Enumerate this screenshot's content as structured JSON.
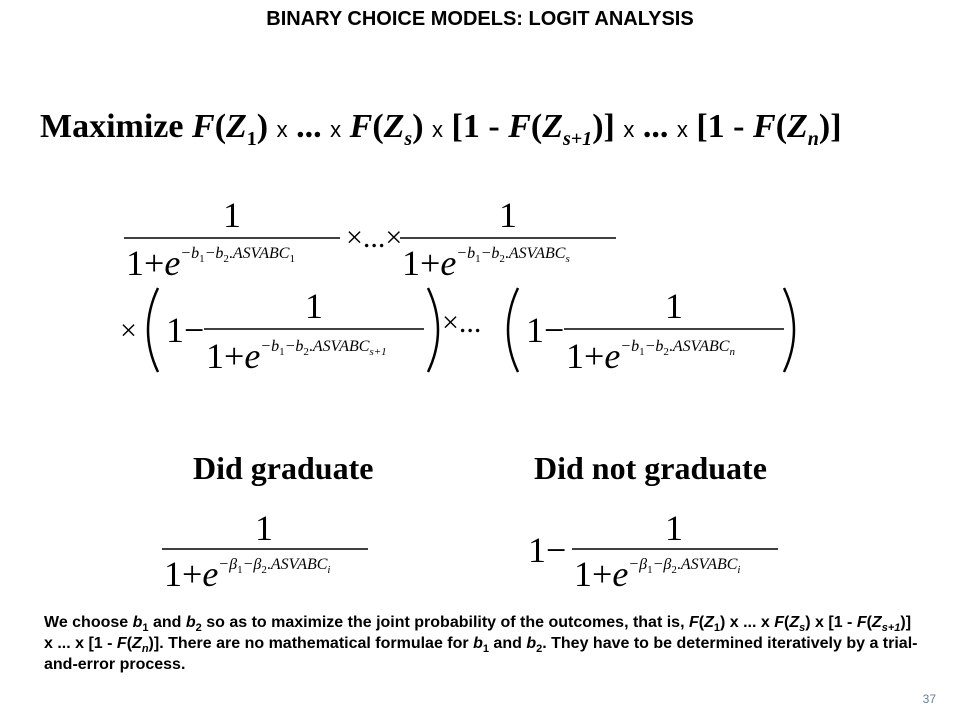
{
  "slide": {
    "title": "BINARY CHOICE MODELS: LOGIT ANALYSIS",
    "page_number": "37"
  },
  "headline": {
    "word": "Maximize",
    "F": "F",
    "open": "(",
    "close": ")",
    "Z": "Z",
    "sub_1": "1",
    "sub_s": "s",
    "sub_s1": "s+1",
    "sub_n": "n",
    "times": "x",
    "ellipsis": "...",
    "bracket_open": "[1 - ",
    "bracket_close": ")]"
  },
  "equation_terms": {
    "one": "1",
    "denominator_base": "1+",
    "e": "e",
    "one_minus": "1−",
    "exp_main": "−b",
    "exp_mid": "−b",
    "exp_dot": ".",
    "exp_var": "ASVABC",
    "sub_1": "1",
    "sub_2": "2",
    "sub_s": "s",
    "sub_s1": "s+1",
    "sub_n": "n",
    "sub_i": "i",
    "times": "×",
    "ellipsis": "...",
    "beta_minus": "−β",
    "beta_minus_2": "−β"
  },
  "labels": {
    "did_graduate": "Did graduate",
    "did_not_graduate": "Did not graduate"
  },
  "caption": {
    "t1": "We choose ",
    "b": "b",
    "sub1": "1",
    "and": " and ",
    "sub2": "2",
    "t2": " so as to maximize the joint probability of the outcomes, that is, ",
    "F": "F",
    "Z": "Z",
    "x": " x ... x ",
    "subs": "s",
    "subs1": "s+1",
    "subn": "n",
    "t3": ". There are no mathematical formulae for ",
    "t4": " and ",
    "t5": ". They have to be determined iteratively by a trial-and-error process."
  }
}
